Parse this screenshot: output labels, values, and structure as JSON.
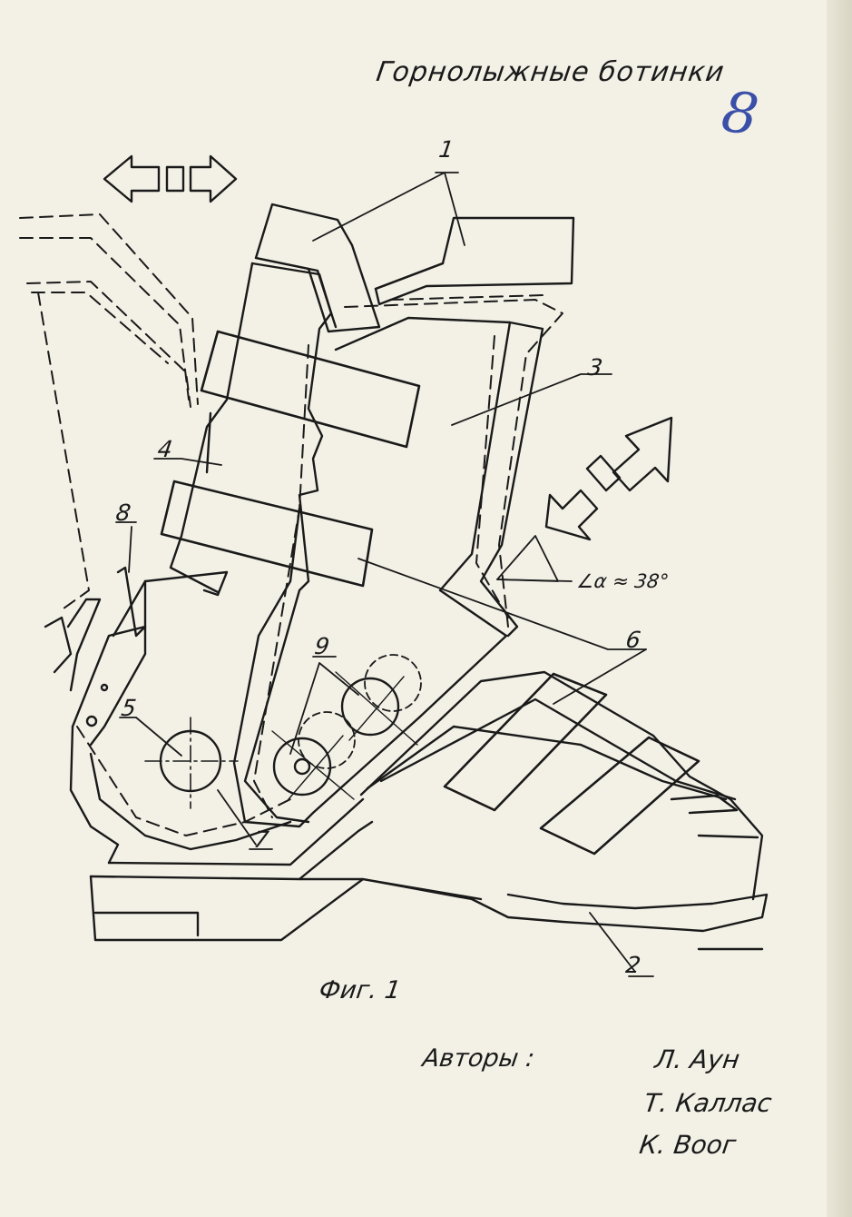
{
  "title": "Горнолыжные ботинки",
  "page_number": "8",
  "caption": "Фиг. 1",
  "angle_label": "∠α ≈ 38°",
  "labels": {
    "l1": "1",
    "l2": "2",
    "l3": "3",
    "l4": "4",
    "l5": "5",
    "l6": "6",
    "l7": "7",
    "l8": "8",
    "l9": "9"
  },
  "authors": {
    "label": "Авторы :",
    "names": [
      "Л. Аун",
      "Т. Каллас",
      "К. Воог"
    ]
  },
  "colors": {
    "ink": "#1a1a1a",
    "paper": "#f3f1e6",
    "pen": "#3a4fa8"
  }
}
